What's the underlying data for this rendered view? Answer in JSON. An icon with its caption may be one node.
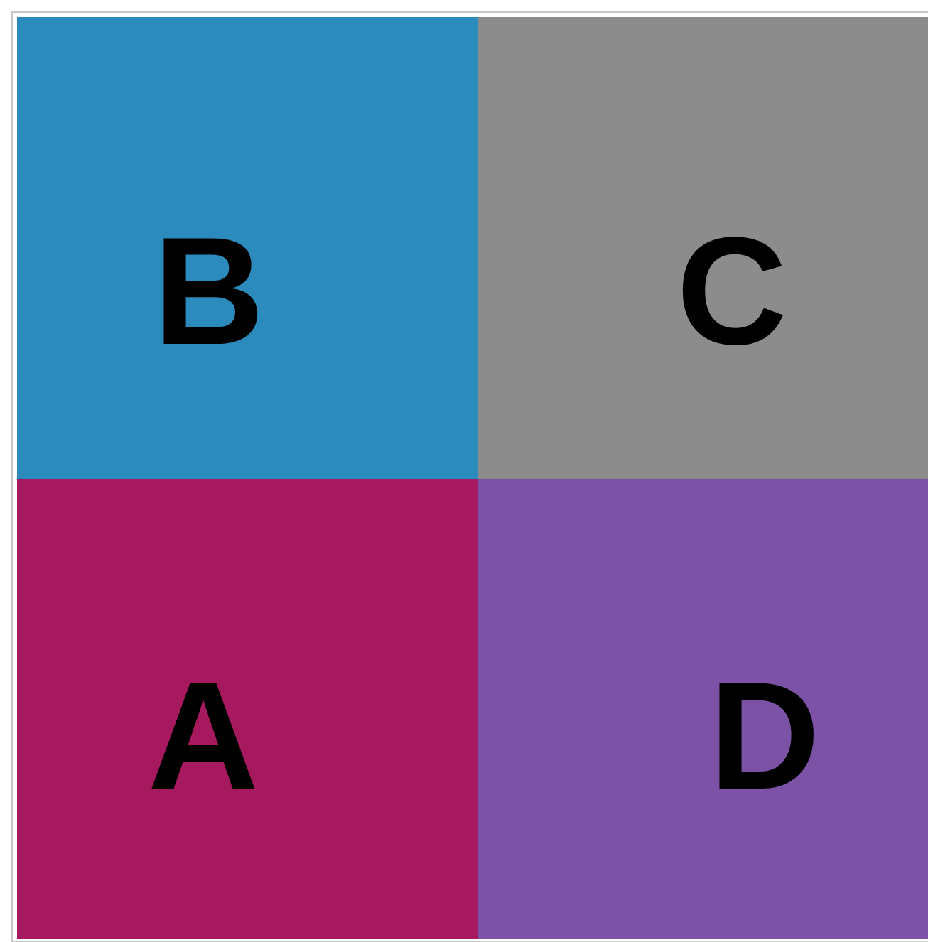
{
  "diagram": {
    "nodes": [
      {
        "text": [
          "B"
        ]
      },
      {
        "text": [
          "C"
        ]
      },
      {
        "text": [
          "A"
        ]
      },
      {
        "text": [
          "D"
        ]
      }
    ]
  }
}
